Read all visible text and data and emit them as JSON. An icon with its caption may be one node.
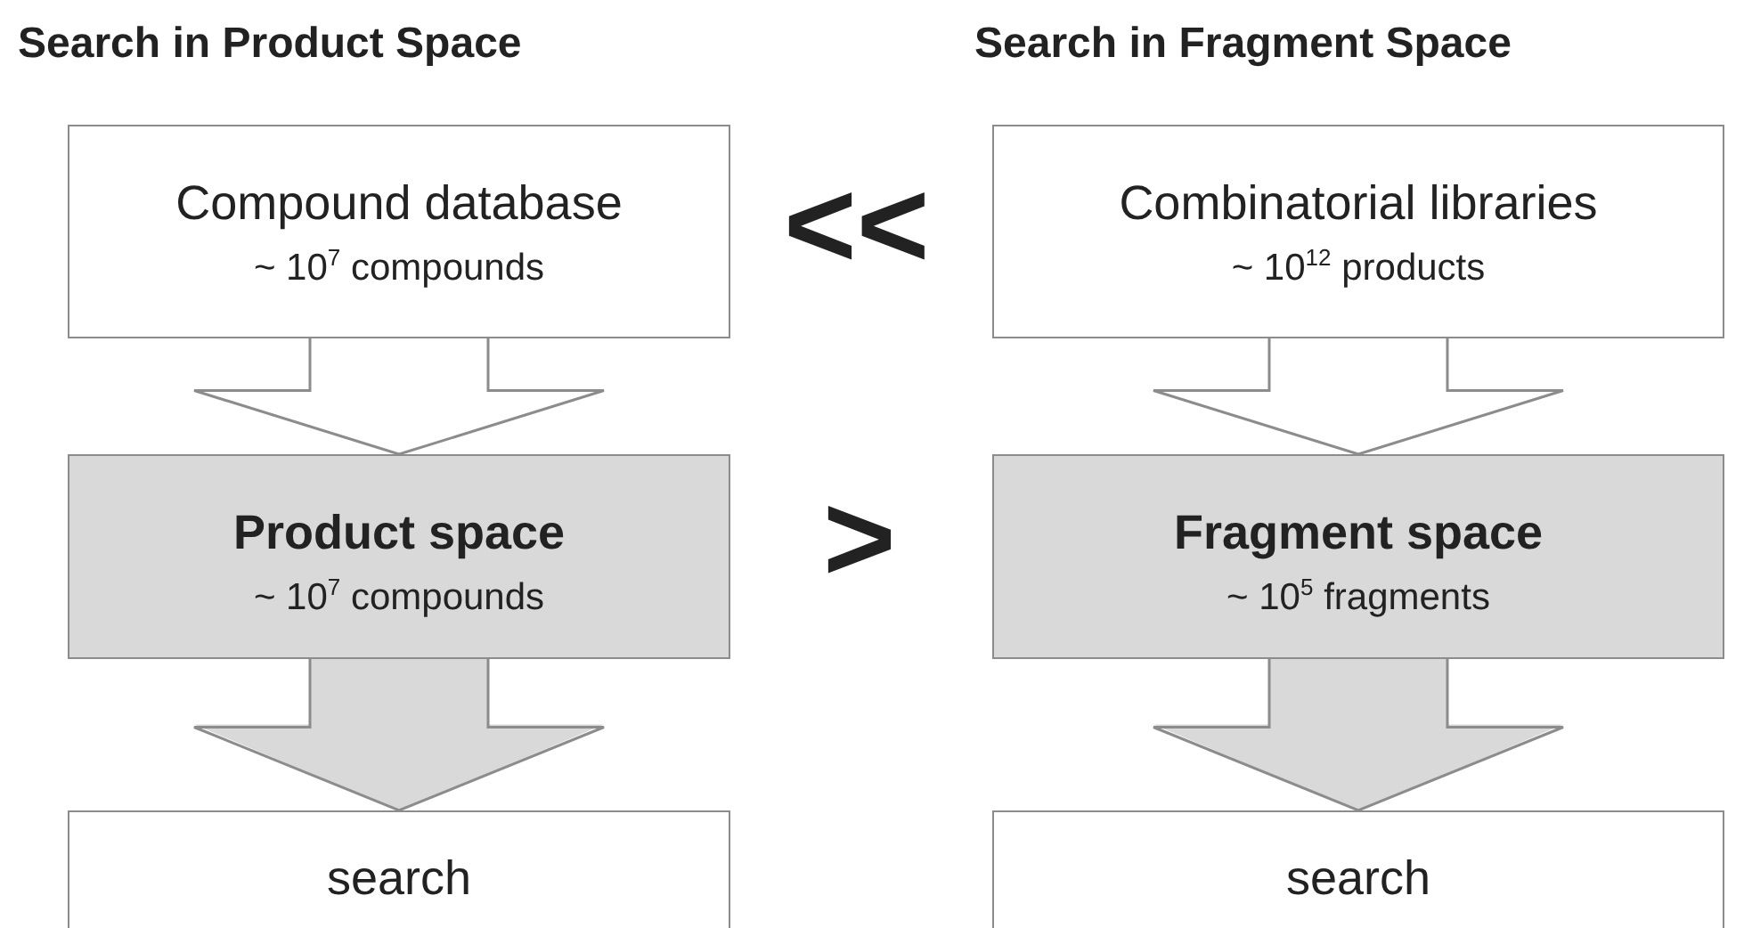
{
  "diagram": {
    "nodes": [
      {
        "text": [
          "Compound database",
          "~ 10$^{7}$ compounds"
        ]
      },
      {
        "text": [
          "Combinatorial libraries",
          "~ 10$^{12}$ products"
        ]
      },
      {
        "text": [
          "Product space",
          "~ 10$^{7}$ compounds"
        ]
      },
      {
        "text": [
          "Fragment space",
          "~ 10$^{5}$ fragments"
        ]
      },
      {
        "text": [
          "search"
        ]
      },
      {
        "text": [
          "search"
        ]
      }
    ],
    "edges": [
      {
        "from": 0,
        "to": 2,
        "arrow": "to"
      },
      {
        "from": 1,
        "to": 3,
        "arrow": "to"
      },
      {
        "from": 2,
        "to": 4,
        "arrow": "to"
      },
      {
        "from": 3,
        "to": 5,
        "arrow": "to"
      }
    ],
    "labels": [
      "Search in Product Space",
      "Search in Fragment Space",
      "<<",
      ">"
    ]
  }
}
